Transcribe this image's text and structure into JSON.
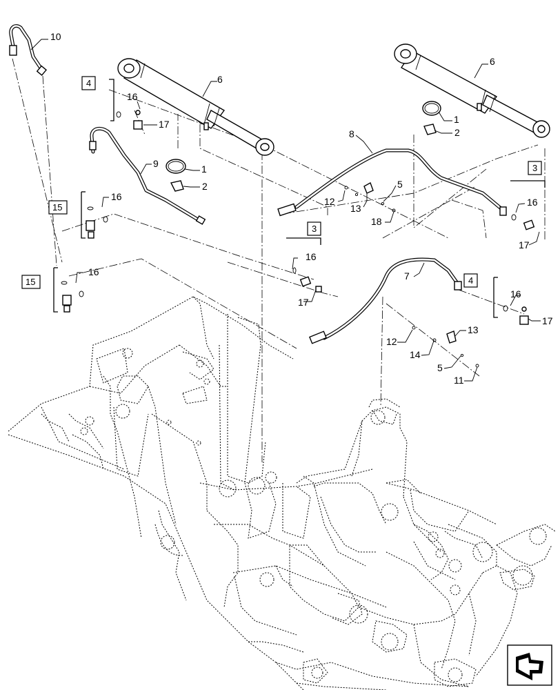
{
  "callouts": {
    "c1a": "1",
    "c1b": "1",
    "c2a": "2",
    "c2b": "2",
    "c5a": "5",
    "c5b": "5",
    "c6a": "6",
    "c6b": "6",
    "c7": "7",
    "c8": "8",
    "c9": "9",
    "c10": "10",
    "c11": "11",
    "c12a": "12",
    "c12b": "12",
    "c13a": "13",
    "c13b": "13",
    "c14": "14",
    "c16a": "16",
    "c16b": "16",
    "c16c": "16",
    "c16d": "16",
    "c16e": "16",
    "c16f": "16",
    "c17a": "17",
    "c17b": "17",
    "c17c": "17",
    "c17d": "17",
    "c18": "18"
  },
  "kits": {
    "k3a": "3",
    "k3b": "3",
    "k4a": "4",
    "k4b": "4",
    "k15a": "15",
    "k15b": "15"
  },
  "icons": {
    "view_direction": "arrow-icon"
  }
}
